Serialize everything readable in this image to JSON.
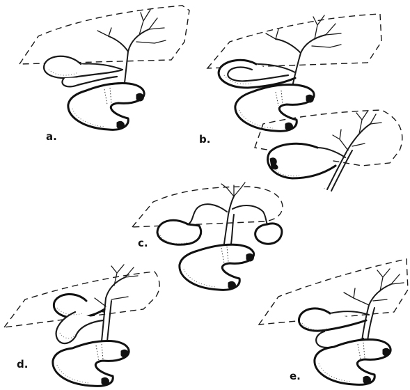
{
  "panels": [
    {
      "id": "a",
      "label": "a."
    },
    {
      "id": "b",
      "label": "b."
    },
    {
      "id": "c",
      "label": "c."
    },
    {
      "id": "d",
      "label": "d."
    },
    {
      "id": "e",
      "label": "e."
    }
  ]
}
